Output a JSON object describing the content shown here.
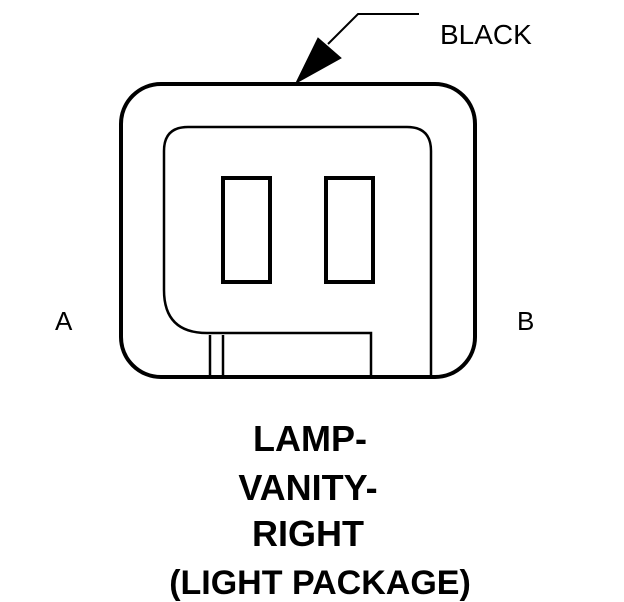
{
  "diagram": {
    "wire_color_label": "BLACK",
    "pin_labels": {
      "left": "A",
      "right": "B"
    },
    "component_name": {
      "line1": "LAMP-",
      "line2": "VANITY-",
      "line3": "RIGHT",
      "line4": "(LIGHT PACKAGE)"
    }
  },
  "colors": {
    "stroke": "#000000",
    "background": "#ffffff"
  }
}
